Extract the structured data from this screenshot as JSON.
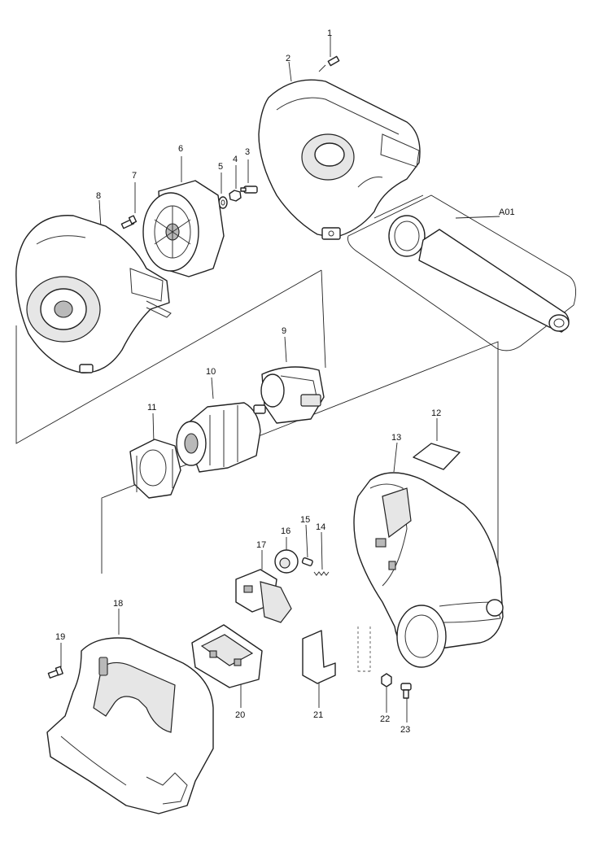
{
  "callouts": {
    "n1": "1",
    "n2": "2",
    "n3": "3",
    "n4": "4",
    "n5": "5",
    "n6": "6",
    "n7": "7",
    "n8": "8",
    "n9": "9",
    "n10": "10",
    "n11": "11",
    "n12": "12",
    "n13": "13",
    "n14": "14",
    "n15": "15",
    "n16": "16",
    "n17": "17",
    "n18": "18",
    "n19": "19",
    "n20": "20",
    "n21": "21",
    "n22": "22",
    "n23": "23",
    "a01": "A01"
  }
}
